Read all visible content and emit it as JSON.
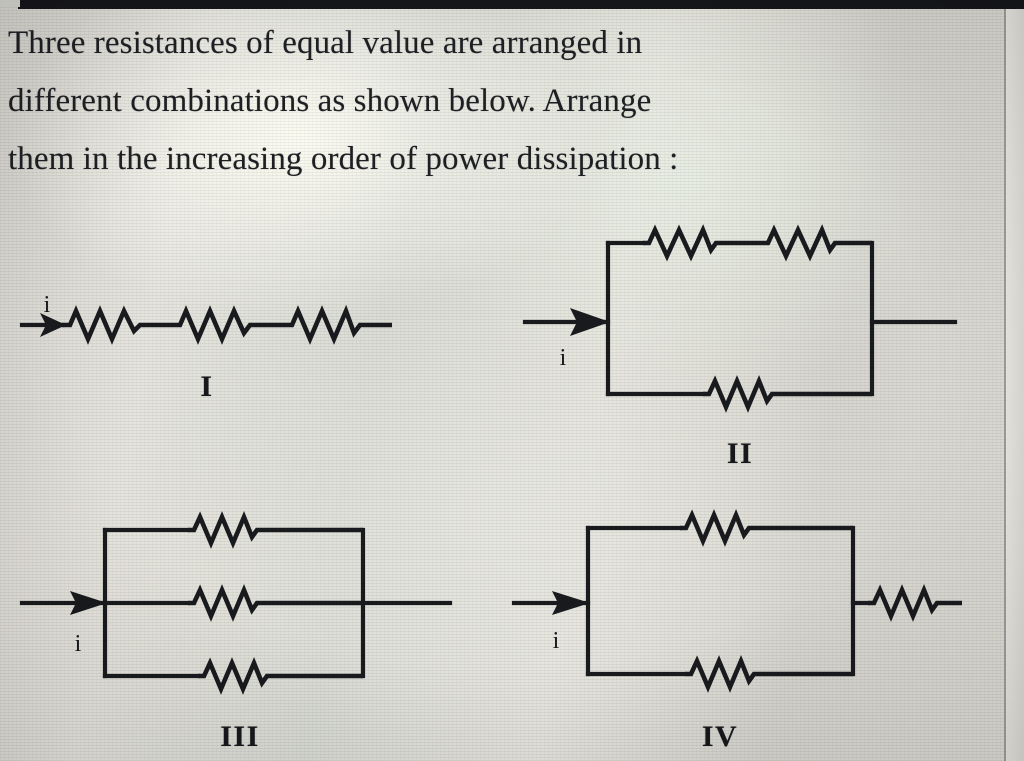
{
  "question": {
    "lines": [
      "Three resistances of equal value are arranged in",
      "different combinations as shown below. Arrange",
      "them in the increasing order of power dissipation :"
    ],
    "full_text": "Three resistances of equal value are arranged in different combinations as shown below. Arrange them in the increasing order of power dissipation :"
  },
  "figures": [
    {
      "label": "I",
      "current_label": "i",
      "description": "three resistors in series",
      "resistor_count": 3
    },
    {
      "label": "II",
      "current_label": "i",
      "description": "two resistors in series on top branch, parallel with one resistor on bottom branch",
      "resistor_count": 3
    },
    {
      "label": "III",
      "current_label": "i",
      "description": "three resistors in parallel",
      "resistor_count": 3
    },
    {
      "label": "IV",
      "current_label": "i",
      "description": "two resistors in parallel, in series with a third resistor",
      "resistor_count": 3
    }
  ],
  "colors": {
    "ink": "#191a1e",
    "paper": "#d9d8d1",
    "top_bar": "#15161a"
  }
}
